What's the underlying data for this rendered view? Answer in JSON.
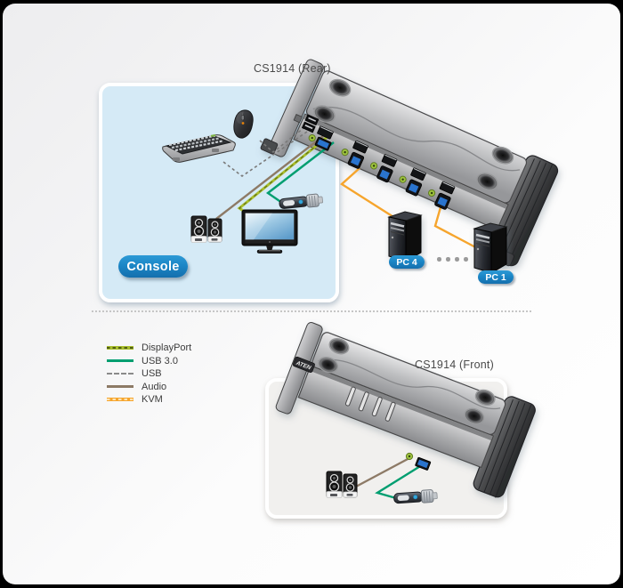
{
  "diagram": {
    "rear": {
      "title": "CS1914 (Rear)",
      "console_label": "Console",
      "pc4_label": "PC 4",
      "pc1_label": "PC 1"
    },
    "front": {
      "title": "CS1914 (Front)",
      "device_logo": "ATEN"
    },
    "legend": {
      "items": [
        {
          "id": "displayport",
          "label": "DisplayPort",
          "color": "#a9be2c",
          "style": "solid-with-dark-dashes"
        },
        {
          "id": "usb3",
          "label": "USB 3.0",
          "color": "#009e70",
          "style": "solid"
        },
        {
          "id": "usb",
          "label": "USB",
          "color": "#8a8a8a",
          "style": "dashed"
        },
        {
          "id": "audio",
          "label": "Audio",
          "color": "#8d7a66",
          "style": "solid"
        },
        {
          "id": "kvm",
          "label": "KVM",
          "color": "#f6a52d",
          "style": "solid-with-light-dashes"
        }
      ]
    },
    "colors": {
      "console_box_fill": "#d5eaf6",
      "front_box_fill": "#f1f0ee",
      "label_pill_blue": "#1b86c6",
      "title_text": "#4a4a4a",
      "card_background": "#f4f4f5"
    }
  }
}
